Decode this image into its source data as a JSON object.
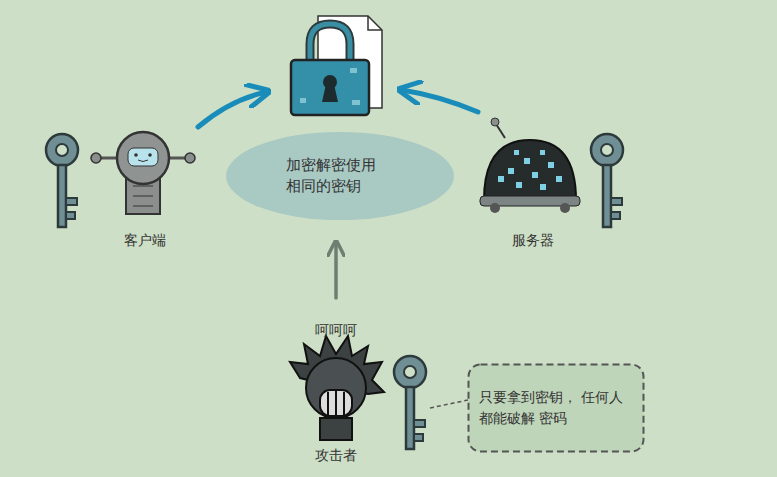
{
  "diagram": {
    "nodes": [
      {
        "text": [
          "加密解密使用 相同的密钥"
        ]
      },
      {
        "text": [
          "只要拿到密钥， 任何人都能破解 密码"
        ]
      }
    ],
    "labels": [
      "客户端",
      "服务器",
      "呵呵呵",
      "攻击者"
    ]
  }
}
